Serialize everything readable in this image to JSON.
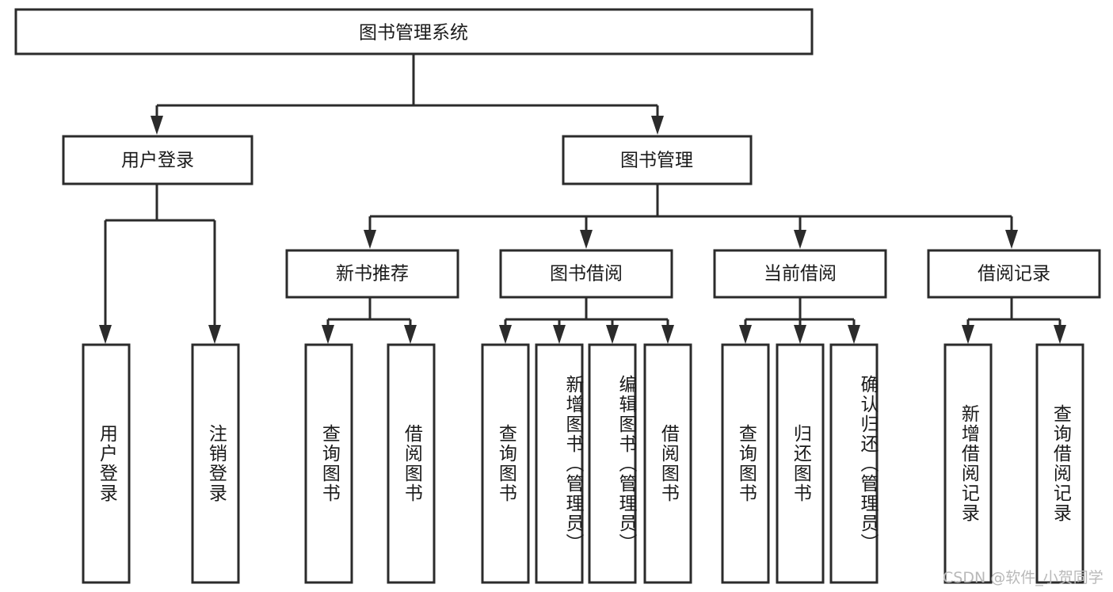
{
  "diagram": {
    "title": "图书管理系统",
    "type": "tree-hierarchy-diagram",
    "colors": {
      "stroke": "#2b2b2b",
      "fill": "#ffffff",
      "text": "#1a1a1a",
      "watermark": "#b9b9b9",
      "background": "#ffffff"
    },
    "root": {
      "label": "图书管理系统"
    },
    "level2": [
      {
        "label": "用户登录"
      },
      {
        "label": "图书管理"
      }
    ],
    "level3": [
      {
        "label": "新书推荐"
      },
      {
        "label": "图书借阅"
      },
      {
        "label": "当前借阅"
      },
      {
        "label": "借阅记录"
      }
    ],
    "leaves": {
      "user_login": [
        {
          "label": "用户登录"
        },
        {
          "label": "注销登录"
        }
      ],
      "new_book_recommend": [
        {
          "label": "查询图书"
        },
        {
          "label": "借阅图书"
        }
      ],
      "book_borrow": [
        {
          "label": "查询图书"
        },
        {
          "label": "新增图书（管理员）"
        },
        {
          "label": "编辑图书（管理员）"
        },
        {
          "label": "借阅图书"
        }
      ],
      "current_borrow": [
        {
          "label": "查询图书"
        },
        {
          "label": "归还图书"
        },
        {
          "label": "确认归还（管理员）"
        }
      ],
      "borrow_record": [
        {
          "label": "新增借阅记录"
        },
        {
          "label": "查询借阅记录"
        }
      ]
    }
  },
  "watermark": {
    "text": "CSDN @软件_小贺同学"
  }
}
